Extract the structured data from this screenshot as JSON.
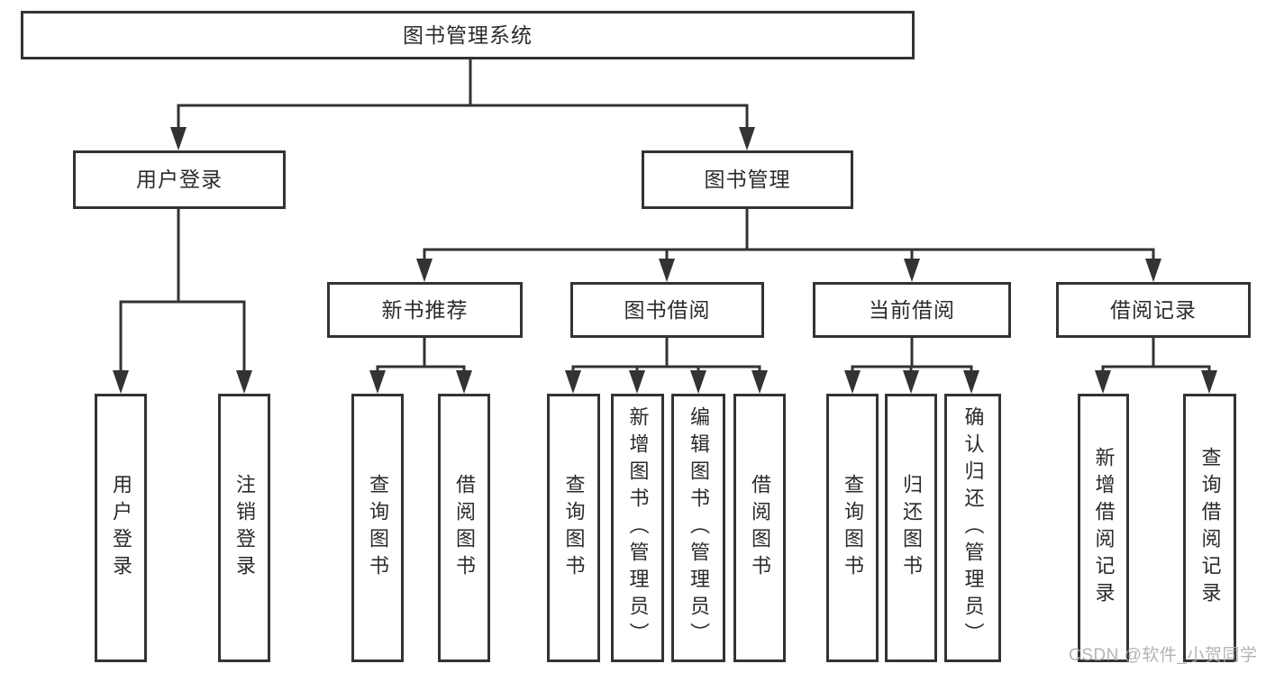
{
  "root": {
    "label": "图书管理系统"
  },
  "level2": {
    "user_login": {
      "label": "用户登录"
    },
    "book_management": {
      "label": "图书管理"
    }
  },
  "level3": {
    "new_book": {
      "label": "新书推荐"
    },
    "book_borrow": {
      "label": "图书借阅"
    },
    "current_borrow": {
      "label": "当前借阅"
    },
    "borrow_record": {
      "label": "借阅记录"
    }
  },
  "leaves": {
    "user_login": [
      {
        "label": "用户登录"
      },
      {
        "label": "注销登录"
      }
    ],
    "new_book": [
      {
        "label": "查询图书"
      },
      {
        "label": "借阅图书"
      }
    ],
    "book_borrow": [
      {
        "label": "查询图书"
      },
      {
        "label": "新增图书（管理员）"
      },
      {
        "label": "编辑图书（管理员）"
      },
      {
        "label": "借阅图书"
      }
    ],
    "current_borrow": [
      {
        "label": "查询图书"
      },
      {
        "label": "归还图书"
      },
      {
        "label": "确认归还（管理员）"
      }
    ],
    "borrow_record": [
      {
        "label": "新增借阅记录"
      },
      {
        "label": "查询借阅记录"
      }
    ]
  },
  "watermark": {
    "text": "CSDN @软件_小贺同学",
    "color": "#a9acb1"
  },
  "colors": {
    "line": "#333333",
    "box_border": "#333333",
    "text": "#2b2b2b",
    "background": "#ffffff"
  }
}
